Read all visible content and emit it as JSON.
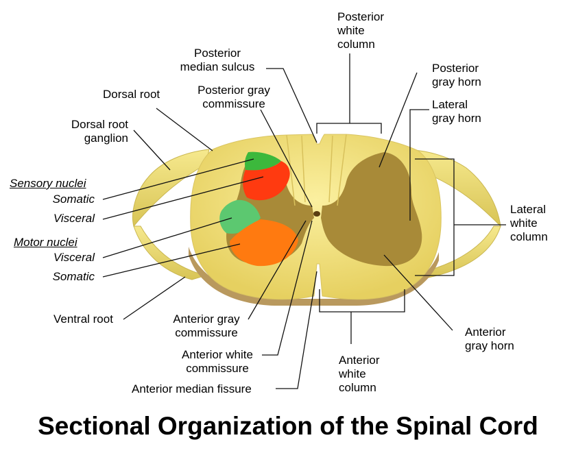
{
  "title": "Sectional Organization of the Spinal Cord",
  "labels": {
    "posterior_white_column": "Posterior\nwhite\ncolumn",
    "posterior_median_sulcus": "Posterior\nmedian sulcus",
    "posterior_gray_horn": "Posterior\ngray horn",
    "dorsal_root": "Dorsal root",
    "posterior_gray_commissure": "Posterior gray\ncommissure",
    "lateral_gray_horn": "Lateral\ngray horn",
    "dorsal_root_ganglion": "Dorsal root\nganglion",
    "sensory_nuclei": "Sensory nuclei",
    "sensory_somatic": "Somatic",
    "sensory_visceral": "Visceral",
    "motor_nuclei": "Motor nuclei",
    "motor_visceral": "Visceral",
    "motor_somatic": "Somatic",
    "lateral_white_column": "Lateral\nwhite\ncolumn",
    "ventral_root": "Ventral root",
    "anterior_gray_commissure": "Anterior gray\ncommissure",
    "anterior_white_commissure": "Anterior white\ncommissure",
    "anterior_median_fissure": "Anterior median fissure",
    "anterior_gray_horn": "Anterior\ngray horn",
    "anterior_white_column": "Anterior\nwhite\ncolumn"
  },
  "colors": {
    "white_matter": "#f2e27a",
    "gray_matter": "#a88a38",
    "root": "#efdd6e",
    "sensory_somatic": "#3cb83c",
    "sensory_visceral": "#ff3a10",
    "motor_visceral": "#5cc870",
    "motor_somatic": "#ff7a10"
  }
}
